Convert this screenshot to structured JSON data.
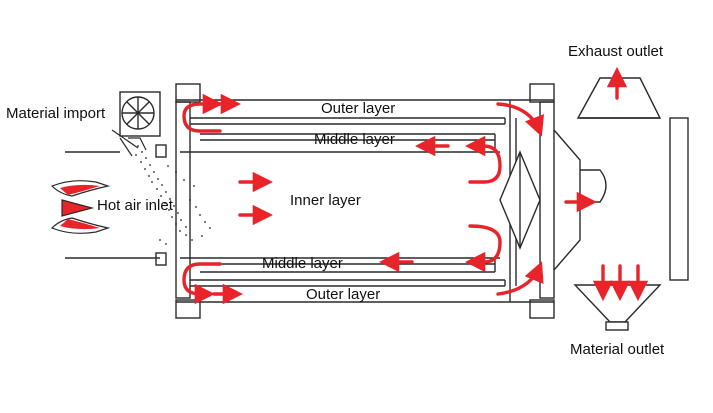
{
  "labels": {
    "exhaust_outlet": "Exhaust outlet",
    "material_import": "Material import",
    "hot_air_inlet": "Hot air inlet",
    "outer_layer_top": "Outer layer",
    "middle_layer_top": "Middle layer",
    "inner_layer": "Inner layer",
    "middle_layer_bottom": "Middle layer",
    "outer_layer_bottom": "Outer layer",
    "material_outlet": "Material outlet"
  },
  "colors": {
    "flow_arrow": "#e8242a",
    "line": "#2a2a2a",
    "flame_fill": "#e8242a"
  },
  "icons": [
    "flame-icon",
    "rotary-feeder-valve-icon",
    "flow-arrow-icon"
  ]
}
